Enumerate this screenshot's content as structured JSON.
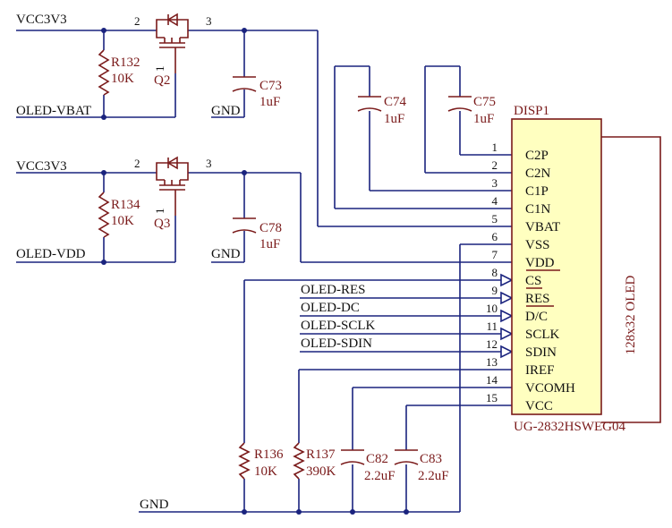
{
  "nets": {
    "vcc_top": "VCC3V3",
    "vcc_mid": "VCC3V3",
    "oled_vbat": "OLED-VBAT",
    "oled_vdd": "OLED-VDD",
    "gnd_top": "GND",
    "gnd_mid": "GND",
    "gnd_bottom": "GND",
    "oled_res": "OLED-RES",
    "oled_dc": "OLED-DC",
    "oled_sclk": "OLED-SCLK",
    "oled_sdin": "OLED-SDIN"
  },
  "components": {
    "R132": {
      "ref": "R132",
      "value": "10K"
    },
    "R134": {
      "ref": "R134",
      "value": "10K"
    },
    "R136": {
      "ref": "R136",
      "value": "10K"
    },
    "R137": {
      "ref": "R137",
      "value": "390K"
    },
    "C73": {
      "ref": "C73",
      "value": "1uF"
    },
    "C74": {
      "ref": "C74",
      "value": "1uF"
    },
    "C75": {
      "ref": "C75",
      "value": "1uF"
    },
    "C78": {
      "ref": "C78",
      "value": "1uF"
    },
    "C82": {
      "ref": "C82",
      "value": "2.2uF"
    },
    "C83": {
      "ref": "C83",
      "value": "2.2uF"
    },
    "Q2": {
      "ref": "Q2",
      "gate": "1",
      "source": "2",
      "drain": "3"
    },
    "Q3": {
      "ref": "Q3",
      "gate": "1",
      "source": "2",
      "drain": "3"
    }
  },
  "display": {
    "ref": "DISP1",
    "part": "UG-2832HSWEG04",
    "label": "128x32 OLED",
    "pins": [
      {
        "num": "1",
        "name": "C2P"
      },
      {
        "num": "2",
        "name": "C2N"
      },
      {
        "num": "3",
        "name": "C1P"
      },
      {
        "num": "4",
        "name": "C1N"
      },
      {
        "num": "5",
        "name": "VBAT"
      },
      {
        "num": "6",
        "name": "VSS"
      },
      {
        "num": "7",
        "name": "VDD"
      },
      {
        "num": "8",
        "name": "CS"
      },
      {
        "num": "9",
        "name": "RES"
      },
      {
        "num": "10",
        "name": "D/C"
      },
      {
        "num": "11",
        "name": "SCLK"
      },
      {
        "num": "12",
        "name": "SDIN"
      },
      {
        "num": "13",
        "name": "IREF"
      },
      {
        "num": "14",
        "name": "VCOMH"
      },
      {
        "num": "15",
        "name": "VCC"
      }
    ]
  },
  "colors": {
    "wire": "#1a237e",
    "part": "#7a1a1a",
    "body": "#ffffc0"
  }
}
